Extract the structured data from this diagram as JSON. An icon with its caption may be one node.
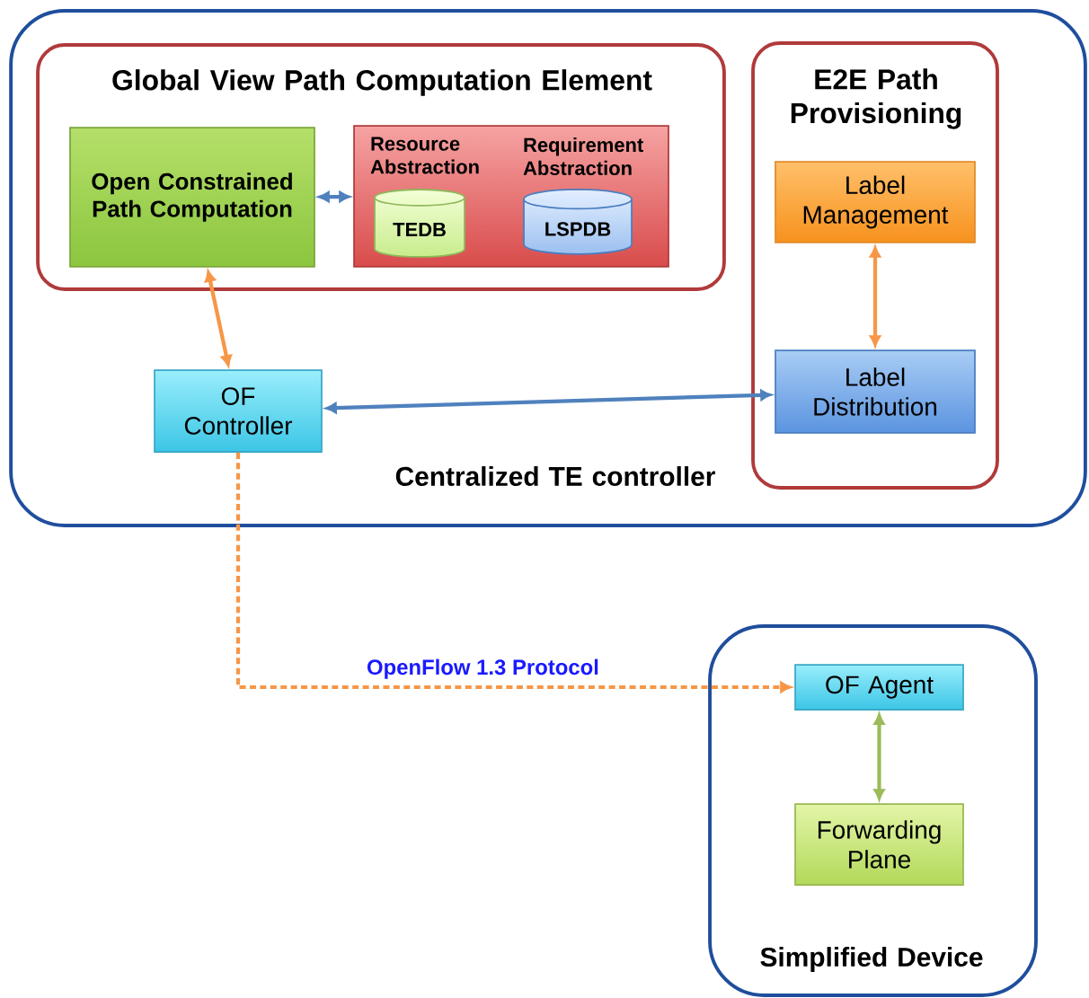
{
  "diagram": {
    "nodes": [
      {
        "text": [
          "Centralized TE controller"
        ]
      },
      {
        "text": [
          "Global View Path Computation Element"
        ],
        "in": 0
      },
      {
        "text": [
          "Open Constrained Path Computation"
        ],
        "in": 1
      },
      {
        "text": [
          "Resource Abstraction",
          "Requirement Abstraction"
        ],
        "in": 1
      },
      {
        "text": [
          "TEDB"
        ],
        "in": 3
      },
      {
        "text": [
          "LSPDB"
        ],
        "in": 3
      },
      {
        "text": [
          "E2E Path Provisioning"
        ],
        "in": 0
      },
      {
        "text": [
          "Label Management"
        ],
        "in": 6
      },
      {
        "text": [
          "Label Distribution"
        ],
        "in": 6
      },
      {
        "text": [
          "OF Controller"
        ],
        "in": 0
      },
      {
        "text": [
          "Simplified Device"
        ]
      },
      {
        "text": [
          "OF Agent"
        ],
        "in": 10
      },
      {
        "text": [
          "Forwarding Plane"
        ],
        "in": 10
      }
    ],
    "edges": [
      {
        "from": 2,
        "to": 3,
        "arrow": "both",
        "color": "#4f81bd"
      },
      {
        "from": 2,
        "to": 9,
        "arrow": "both",
        "color": "#f79646"
      },
      {
        "from": 7,
        "to": 8,
        "arrow": "both",
        "color": "#f79646"
      },
      {
        "from": 9,
        "to": 8,
        "arrow": "both",
        "color": "#4f81bd"
      },
      {
        "from": 9,
        "to": 11,
        "arrow": "to",
        "style": "dashed",
        "label": "OpenFlow 1.3 Protocol",
        "color": "#f79646"
      },
      {
        "from": 11,
        "to": 12,
        "arrow": "both",
        "color": "#9bbb59"
      }
    ]
  }
}
